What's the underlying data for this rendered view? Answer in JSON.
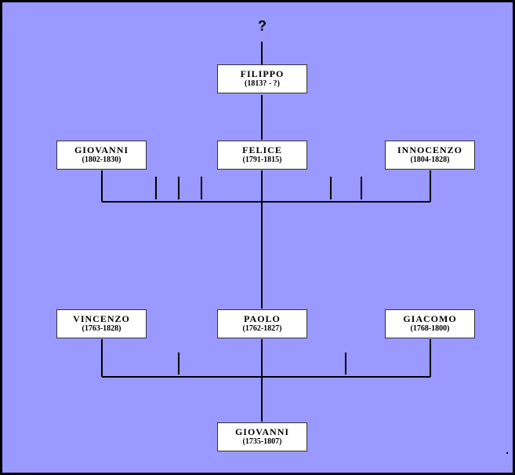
{
  "tree": {
    "unknown_mark": "?",
    "people": {
      "filippo": {
        "name": "FILIPPO",
        "dates": "(1813? - ?)"
      },
      "giovanni2": {
        "name": "GIOVANNI",
        "dates": "(1802-1830)"
      },
      "felice": {
        "name": "FELICE",
        "dates": "(1791-1815)"
      },
      "innocenzo": {
        "name": "INNOCENZO",
        "dates": "(1804-1828)"
      },
      "vincenzo": {
        "name": "VINCENZO",
        "dates": "(1763-1828)"
      },
      "paolo": {
        "name": "PAOLO",
        "dates": "(1762-1827)"
      },
      "giacomo": {
        "name": "GIACOMO",
        "dates": "(1768-1800)"
      },
      "giovanni1": {
        "name": "GIOVANNI",
        "dates": "(1735-1807)"
      }
    }
  },
  "colors": {
    "background": "#9999ff",
    "box": "#ffffff",
    "line": "#000000"
  }
}
